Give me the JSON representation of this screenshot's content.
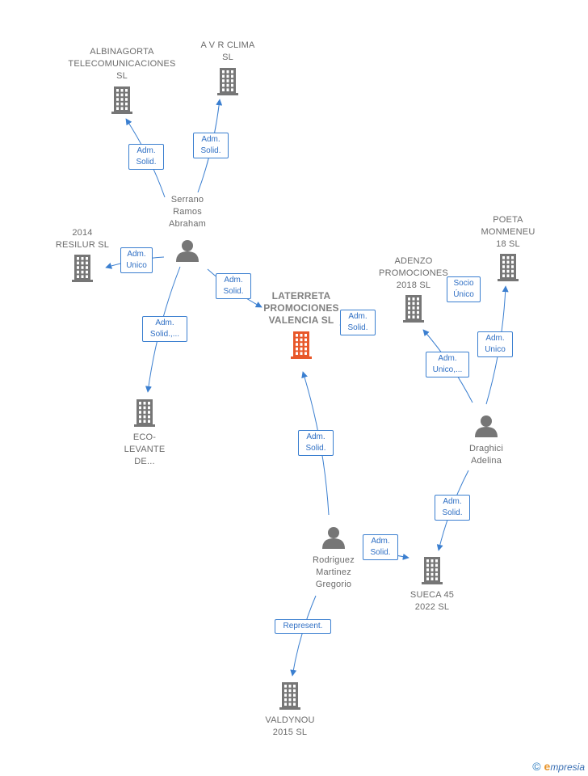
{
  "colors": {
    "node": "#767676",
    "main": "#e8582a",
    "edge": "#3b7fd0"
  },
  "nodes": [
    {
      "id": "albinagorta",
      "type": "company",
      "label": [
        "ALBINAGORTA",
        "TELECOMUNICACIONES",
        "SL"
      ]
    },
    {
      "id": "avr",
      "type": "company",
      "label": [
        "A V R CLIMA",
        "SL"
      ]
    },
    {
      "id": "serrano",
      "type": "person",
      "label": [
        "Serrano",
        "Ramos",
        "Abraham"
      ]
    },
    {
      "id": "resilur",
      "type": "company",
      "label": [
        "2014",
        "RESILUR  SL"
      ]
    },
    {
      "id": "ecolevante",
      "type": "company",
      "label": [
        "ECO-",
        "LEVANTE",
        "DE..."
      ]
    },
    {
      "id": "laterreta",
      "type": "main",
      "label": [
        "LATERRETA",
        "PROMOCIONES",
        "VALENCIA  SL"
      ]
    },
    {
      "id": "adenzo",
      "type": "company",
      "label": [
        "ADENZO",
        "PROMOCIONES",
        "2018  SL"
      ]
    },
    {
      "id": "poeta",
      "type": "company",
      "label": [
        "POETA",
        "MONMENEU",
        "18  SL"
      ]
    },
    {
      "id": "draghici",
      "type": "person",
      "label": [
        "Draghici",
        "Adelina"
      ]
    },
    {
      "id": "rodriguez",
      "type": "person",
      "label": [
        "Rodriguez",
        "Martinez",
        "Gregorio"
      ]
    },
    {
      "id": "sueca",
      "type": "company",
      "label": [
        "SUECA 45",
        "2022  SL"
      ]
    },
    {
      "id": "valdynou",
      "type": "company",
      "label": [
        "VALDYNOU",
        "2015  SL"
      ]
    }
  ],
  "edges": [
    {
      "id": "e1",
      "from": "serrano",
      "to": "albinagorta",
      "label": [
        "Adm.",
        "Solid."
      ]
    },
    {
      "id": "e2",
      "from": "serrano",
      "to": "avr",
      "label": [
        "Adm.",
        "Solid."
      ]
    },
    {
      "id": "e3",
      "from": "serrano",
      "to": "resilur",
      "label": [
        "Adm.",
        "Unico"
      ]
    },
    {
      "id": "e4",
      "from": "serrano",
      "to": "laterreta",
      "label": [
        "Adm.",
        "Solid."
      ]
    },
    {
      "id": "e5",
      "from": "serrano",
      "to": "ecolevante",
      "label": [
        "Adm.",
        "Solid.,..."
      ]
    },
    {
      "id": "e6",
      "from": "rodriguez",
      "to": "laterreta",
      "label": [
        "Adm.",
        "Solid."
      ]
    },
    {
      "id": "e7",
      "from": "draghici",
      "to": "laterreta",
      "label": [
        "Adm.",
        "Solid."
      ]
    },
    {
      "id": "e8",
      "from": "draghici",
      "to": "adenzo",
      "label": [
        "Adm.",
        "Unico,..."
      ]
    },
    {
      "id": "e9",
      "from": "draghici",
      "to": "poeta",
      "label": [
        "Adm.",
        "Unico"
      ]
    },
    {
      "id": "e10",
      "from": "draghici",
      "to": "poeta",
      "label": [
        "Socio",
        "Único"
      ]
    },
    {
      "id": "e11",
      "from": "draghici",
      "to": "sueca",
      "label": [
        "Adm.",
        "Solid."
      ]
    },
    {
      "id": "e12",
      "from": "rodriguez",
      "to": "sueca",
      "label": [
        "Adm.",
        "Solid."
      ]
    },
    {
      "id": "e13",
      "from": "rodriguez",
      "to": "valdynou",
      "label": [
        "Represent."
      ]
    }
  ],
  "credit": {
    "symbol": "©",
    "brand_initial": "e",
    "brand_rest": "mpresia"
  }
}
